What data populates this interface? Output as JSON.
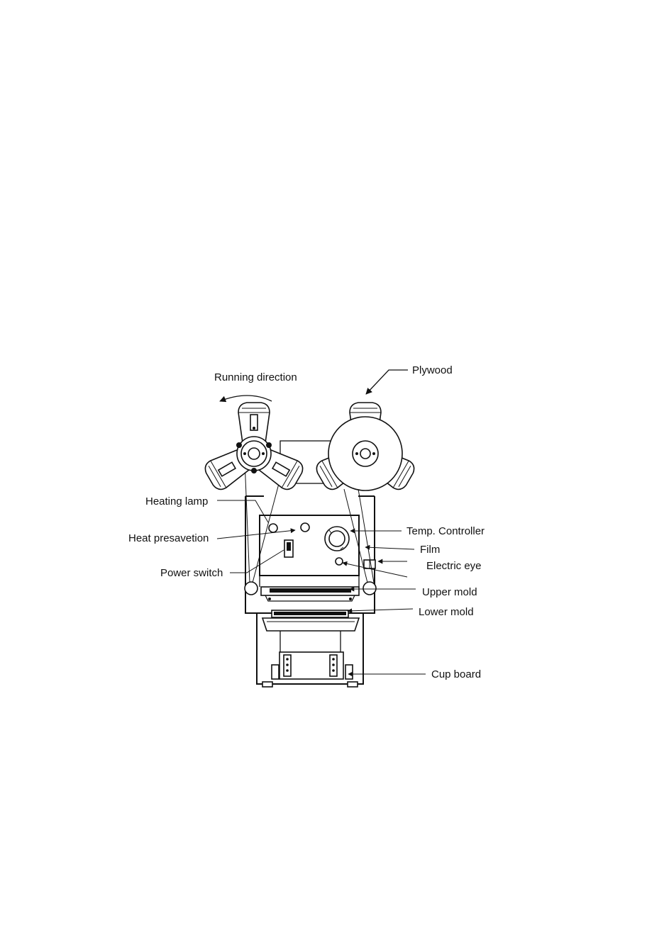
{
  "labels": {
    "running_direction": "Running direction",
    "plywood": "Plywood",
    "heating_lamp": "Heating lamp",
    "heat_presavetion": "Heat presavetion",
    "power_switch": "Power switch",
    "temp_controller": "Temp. Controller",
    "film": "Film",
    "electric_eye": "Electric eye",
    "upper_mold": "Upper mold",
    "lower_mold": "Lower mold",
    "cup_board": "Cup board"
  },
  "colors": {
    "line": "#111111",
    "background": "#ffffff"
  }
}
